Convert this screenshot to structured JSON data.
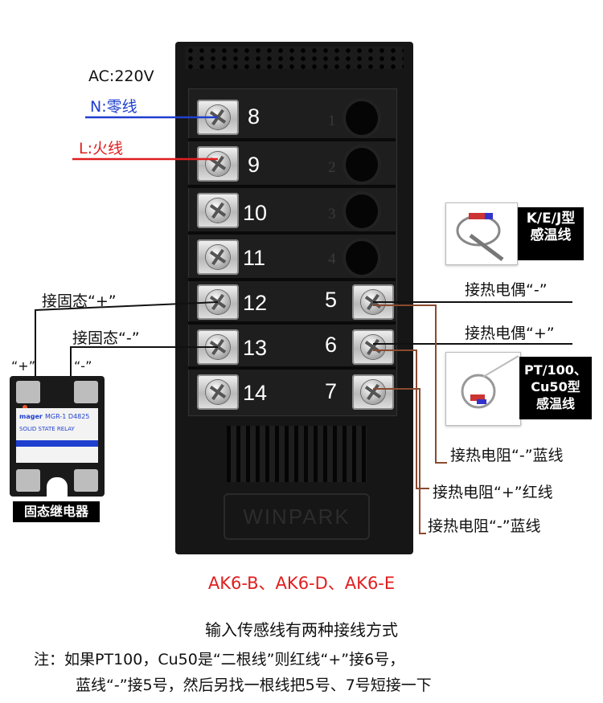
{
  "labels": {
    "ac": "AC:220V",
    "neutral": "N:零线",
    "live": "L:火线",
    "ssr_plus": "接固态“+”",
    "ssr_minus": "接固态“-”",
    "ssr_plus_mark": "“+”",
    "ssr_minus_mark": "“-”",
    "ssr_caption": "固态继电器",
    "tc_minus": "接热电偶“-”",
    "tc_plus": "接热电偶“+”",
    "kej_tag_1": "K/E/J型",
    "kej_tag_2": "感温线",
    "pt_tag_1": "PT/100、",
    "pt_tag_2": "Cu50型",
    "pt_tag_3": "感温线",
    "rtd_blue_1": "接热电阻“-”蓝线",
    "rtd_red": "接热电阻“+”红线",
    "rtd_blue_2": "接热电阻“-”蓝线"
  },
  "terminals_left": [
    "8",
    "9",
    "10",
    "11",
    "12",
    "13",
    "14"
  ],
  "terminals_right": [
    "5",
    "6",
    "7"
  ],
  "terminals_faint": [
    "1",
    "2",
    "3",
    "4"
  ],
  "brand": "WINPARK",
  "ssr": {
    "model": "MGR-1 D4825",
    "name": "SOLID STATE RELAY",
    "brand": "mager"
  },
  "models": "AK6-B、AK6-D、AK6-E",
  "caption": "输入传感线有两种接线方式",
  "note_line1": "注：如果PT100，Cu50是“二根线”则红线“+”接6号，",
  "note_line2": "蓝线“-”接5号，然后另找一根线把5号、7号短接一下",
  "colors": {
    "neutral": "#1f3fcf",
    "live": "#e01e1e",
    "model_text": "#e01e1e",
    "rtd_wire": "#8a4a2f",
    "device_body": "#151515"
  }
}
